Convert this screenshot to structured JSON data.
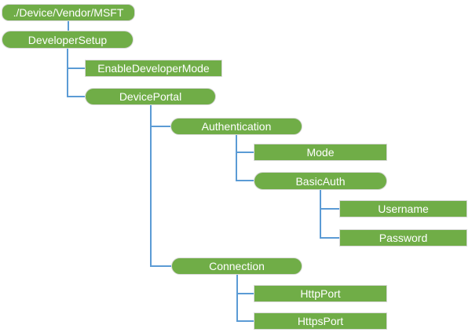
{
  "diagram": {
    "type": "tree",
    "colors": {
      "node_fill": "#70AD47",
      "node_border": "#D9D9D9",
      "connector": "#5B9BD5",
      "node_text": "#FFFFFF",
      "background": "#FFFFFF"
    },
    "nodes": [
      {
        "id": "device-vendor-msft",
        "label": "./Device/Vendor/MSFT",
        "shape": "rounded-rect",
        "parent": null
      },
      {
        "id": "developer-setup",
        "label": "DeveloperSetup",
        "shape": "pill",
        "parent": "device-vendor-msft"
      },
      {
        "id": "enable-developer-mode",
        "label": "EnableDeveloperMode",
        "shape": "rect",
        "parent": "developer-setup"
      },
      {
        "id": "device-portal",
        "label": "DevicePortal",
        "shape": "pill",
        "parent": "developer-setup"
      },
      {
        "id": "authentication",
        "label": "Authentication",
        "shape": "pill",
        "parent": "device-portal"
      },
      {
        "id": "mode",
        "label": "Mode",
        "shape": "rect",
        "parent": "authentication"
      },
      {
        "id": "basic-auth",
        "label": "BasicAuth",
        "shape": "pill",
        "parent": "authentication"
      },
      {
        "id": "username",
        "label": "Username",
        "shape": "rect",
        "parent": "basic-auth"
      },
      {
        "id": "password",
        "label": "Password",
        "shape": "rect",
        "parent": "basic-auth"
      },
      {
        "id": "connection",
        "label": "Connection",
        "shape": "pill",
        "parent": "device-portal"
      },
      {
        "id": "http-port",
        "label": "HttpPort",
        "shape": "rect",
        "parent": "connection"
      },
      {
        "id": "https-port",
        "label": "HttpsPort",
        "shape": "rect",
        "parent": "connection"
      }
    ]
  }
}
